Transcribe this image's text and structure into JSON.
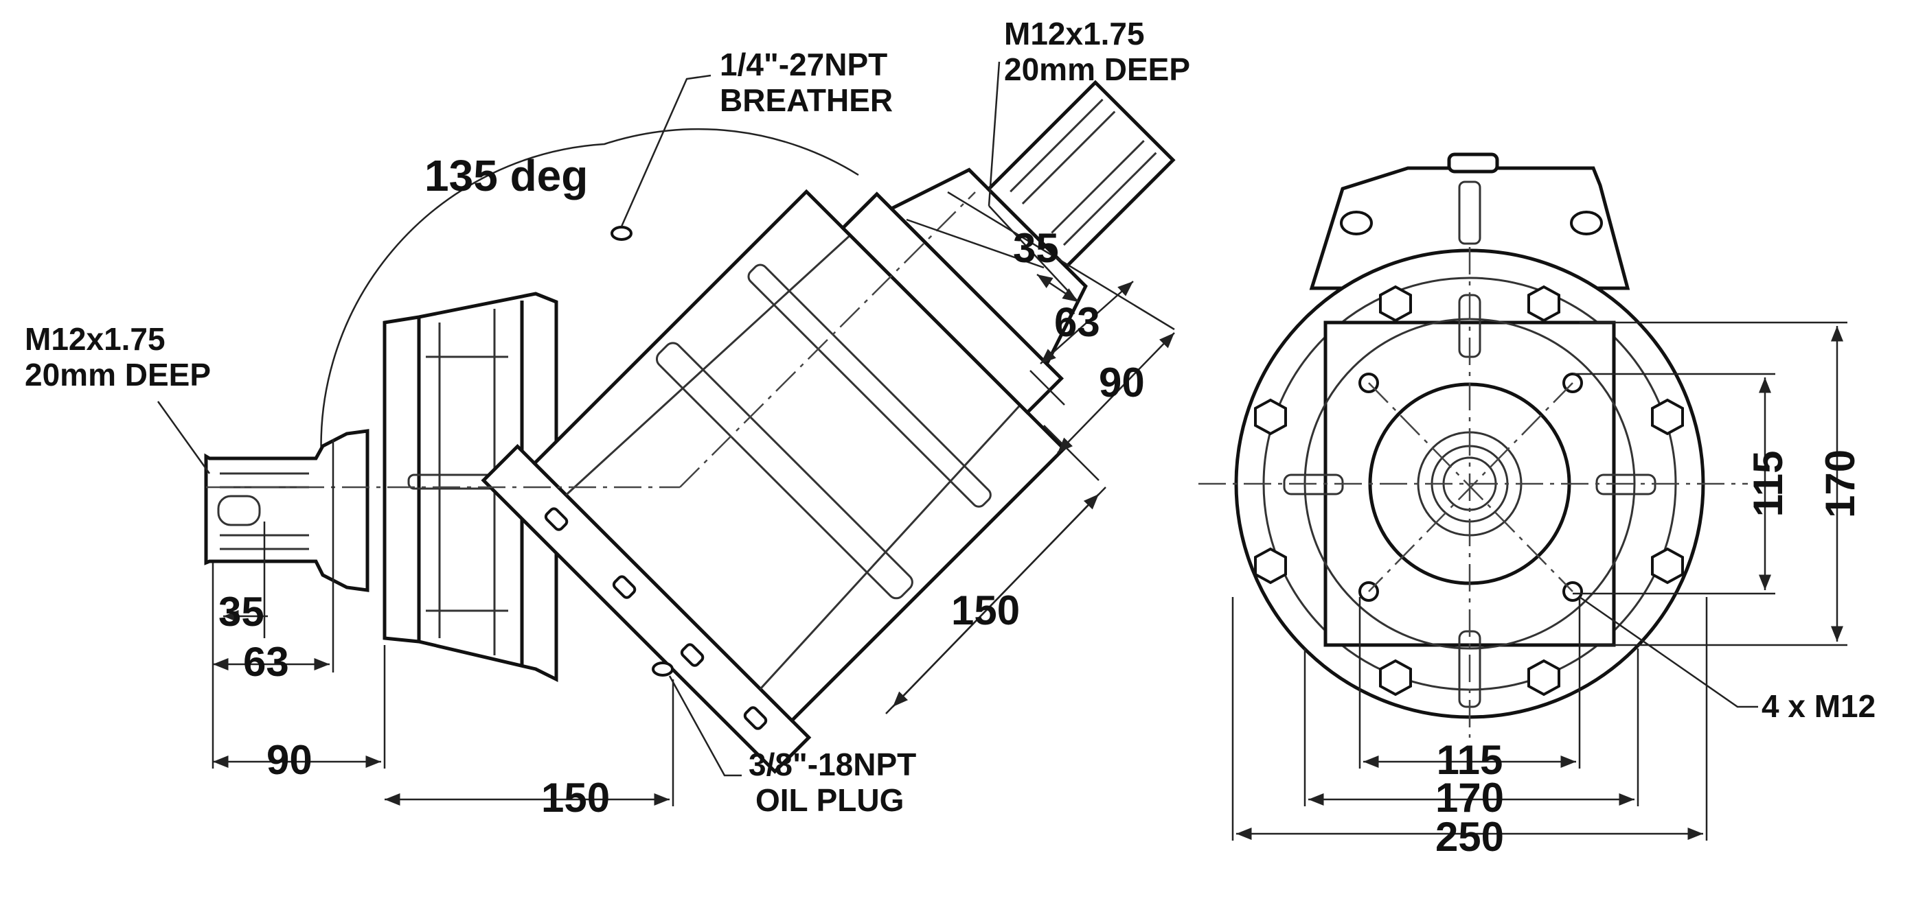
{
  "side_view": {
    "angle_label": "135 deg",
    "left_shaft_thread": {
      "line1": "M12x1.75",
      "line2": "20mm DEEP"
    },
    "right_shaft_thread": {
      "line1": "M12x1.75",
      "line2": "20mm DEEP"
    },
    "breather": {
      "line1": "1/4\"-27NPT",
      "line2": "BREATHER"
    },
    "oil_plug": {
      "line1": "3/8\"-18NPT",
      "line2": "OIL PLUG"
    },
    "dims_left": {
      "d35": "35",
      "d63": "63",
      "d90": "90",
      "d150": "150"
    },
    "dims_angled": {
      "d35": "35",
      "d63": "63",
      "d90": "90",
      "d150": "150"
    }
  },
  "front_view": {
    "bolt_pattern_label": "4 x M12",
    "dim_115_vertical": "115",
    "dim_170_vertical": "170",
    "dim_115_horizontal": "115",
    "dim_170_horizontal": "170",
    "dim_250_horizontal": "250"
  }
}
